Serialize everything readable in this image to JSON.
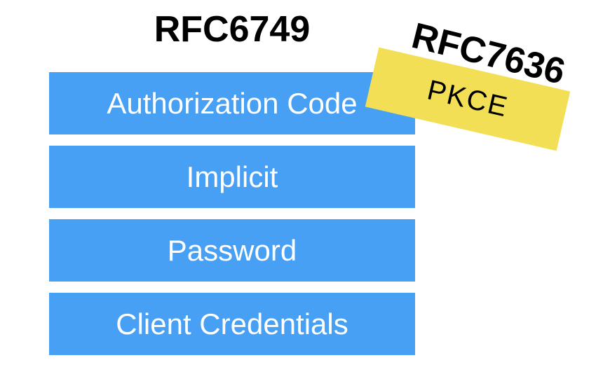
{
  "slide": {
    "title": "RFC6749",
    "bars": [
      {
        "label": "Authorization Code"
      },
      {
        "label": "Implicit"
      },
      {
        "label": "Password"
      },
      {
        "label": "Client Credentials"
      }
    ],
    "sticker": {
      "title": "RFC7636",
      "label": "PKCE"
    },
    "colors": {
      "background": "#FFFFFF",
      "bar_blue": "#47A0F4",
      "sticker_yellow": "#F2DF55",
      "bar_text": "#FFFFFF",
      "heading_text": "#000000"
    }
  }
}
